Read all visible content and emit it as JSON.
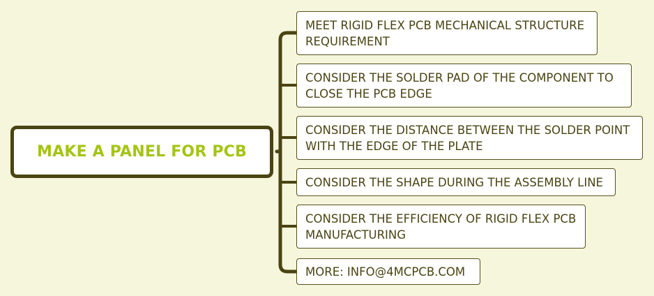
{
  "diagram": {
    "central_topic": "MAKE A PANEL FOR PCB",
    "branches": [
      "MEET RIGID FLEX PCB MECHANICAL STRUCTURE\nREQUIREMENT",
      "CONSIDER THE SOLDER PAD OF THE COMPONENT TO\nCLOSE THE PCB EDGE",
      "CONSIDER THE DISTANCE BETWEEN THE SOLDER POINT\nWITH THE EDGE OF THE PLATE",
      "CONSIDER THE SHAPE DURING THE ASSEMBLY LINE",
      "CONSIDER THE EFFICIENCY OF RIGID FLEX PCB\nMANUFACTURING",
      "MORE: INFO@4MCPCB.COM"
    ]
  },
  "colors": {
    "background": "#f5f6dc",
    "connector": "#4a4413",
    "central_text": "#a4c414",
    "branch_text": "#4a4413"
  }
}
